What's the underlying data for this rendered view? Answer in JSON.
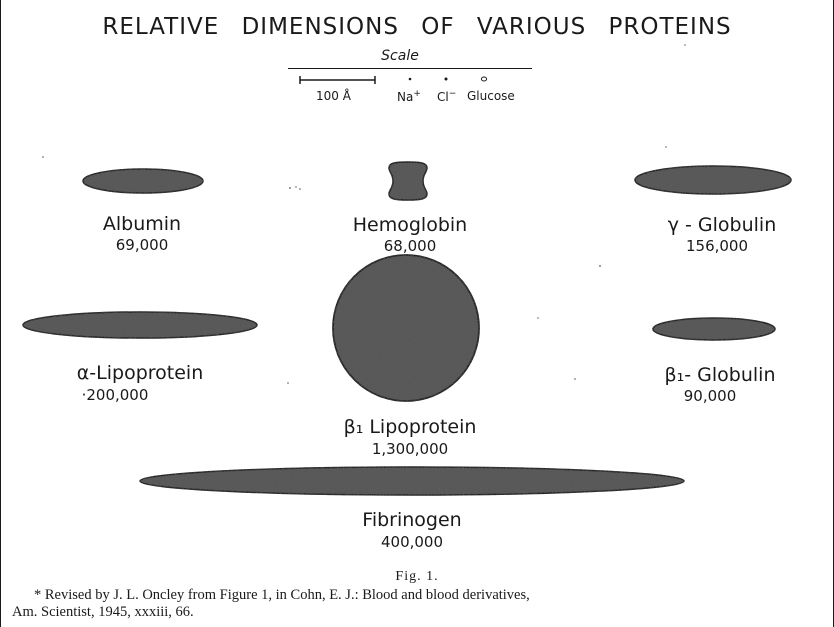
{
  "title": "RELATIVE DIMENSIONS OF VARIOUS PROTEINS",
  "scale": {
    "title": "Scale",
    "bar_label": "100 Å",
    "sodium": "Na",
    "sodium_charge": "+",
    "chloride": "Cl",
    "chloride_charge": "−",
    "glucose": "Glucose"
  },
  "proteins": [
    {
      "name": "Albumin",
      "weight": "69,000"
    },
    {
      "name": "Hemoglobin",
      "weight": "68,000"
    },
    {
      "name": "γ - Globulin",
      "weight": "156,000"
    },
    {
      "name": "α-Lipoprotein",
      "weight": "·200,000"
    },
    {
      "name": "β₁ Lipoprotein",
      "weight": "1,300,000"
    },
    {
      "name": "β₁- Globulin",
      "weight": "90,000"
    },
    {
      "name": "Fibrinogen",
      "weight": "400,000"
    }
  ],
  "figure_caption": "Fig. 1.",
  "footnote": {
    "line1": "* Revised by J. L. Oncley from Figure 1, in Cohn, E. J.: Blood and blood derivatives,",
    "line2": "Am. Scientist, 1945, xxxiii, 66."
  },
  "colors": {
    "ink": "#1a1a1a",
    "shape_fill": "#5a5a5a",
    "shape_stroke": "#1f1f1f",
    "paper": "#ffffff"
  }
}
